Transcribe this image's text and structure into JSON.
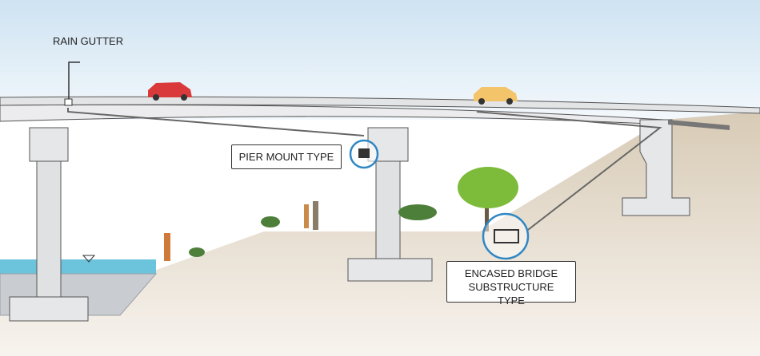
{
  "labels": {
    "rain_gutter": "RAIN GUTTER",
    "pier_mount": "PIER MOUNT TYPE",
    "encased_line1": "ENCASED BRIDGE",
    "encased_line2": "SUBSTRUCTURE TYPE"
  },
  "colors": {
    "sky_top": "#cfe3f2",
    "ground": "#ddd1bf",
    "water": "#6cc3dc",
    "highlight_circle": "#2f87c4",
    "car_red": "#d9393b",
    "car_taxi": "#f4c46a"
  }
}
